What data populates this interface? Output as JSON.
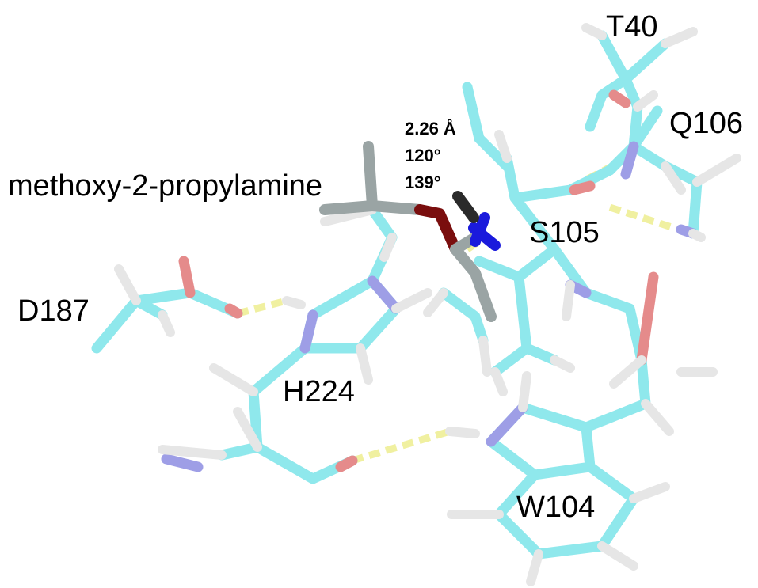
{
  "labels": {
    "ligand": "methoxy-2-propylamine",
    "t40": "T40",
    "q106": "Q106",
    "s105": "S105",
    "d187": "D187",
    "h224": "H224",
    "w104": "W104"
  },
  "measurements": {
    "distance": "2.26 Å",
    "angle1": "120°",
    "angle2": "139°"
  },
  "colors": {
    "carbon": "#8fe8ec",
    "hydrogen": "#e6e6e6",
    "nitrogen": "#9e9ee6",
    "oxygen": "#e58b8b",
    "ligand_carbon": "#9aa4a4",
    "ligand_oxygen": "#7a0e0e",
    "ligand_nitrogen": "#1a1adc",
    "hbond": "#f0f0a0"
  }
}
